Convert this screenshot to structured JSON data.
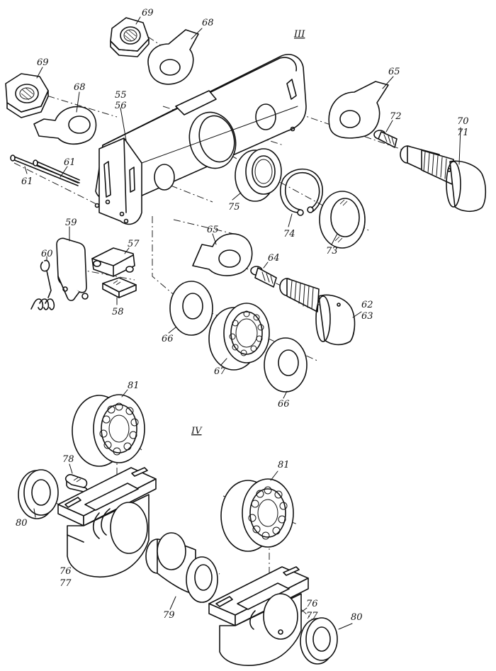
{
  "sections": [
    "III",
    "IV"
  ],
  "part_numbers": {
    "p69a": "69",
    "p68a": "68",
    "p69b": "69",
    "p68b": "68",
    "p55": "55",
    "p56": "56",
    "p65a": "65",
    "p72": "72",
    "p70": "70",
    "p71": "71",
    "p61a": "61",
    "p61b": "61",
    "p75": "75",
    "p74": "74",
    "p73": "73",
    "p59": "59",
    "p57": "57",
    "p60": "60",
    "p58": "58",
    "p65b": "65",
    "p64": "64",
    "p62": "62",
    "p63": "63",
    "p66a": "66",
    "p67": "67",
    "p66b": "66",
    "p81a": "81",
    "p78": "78",
    "p80a": "80",
    "p76a": "76",
    "p77a": "77",
    "p79": "79",
    "p81b": "81",
    "p76b": "76",
    "p77b": "77",
    "p80b": "80"
  }
}
